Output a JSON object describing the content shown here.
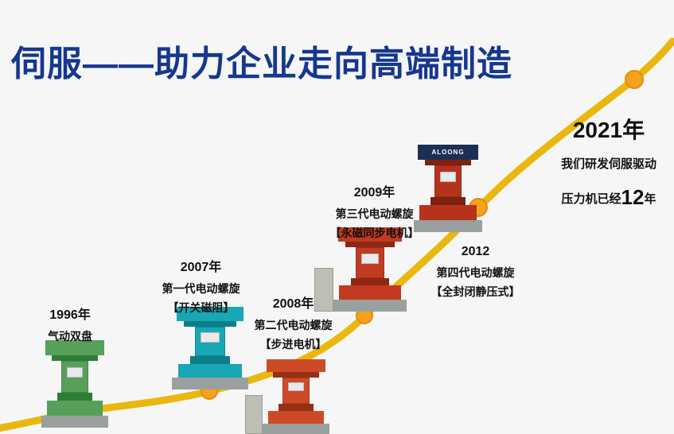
{
  "page": {
    "title": "伺服——助力企业走向高端制造",
    "title_color": "#15378f",
    "background": "#f5f6f5"
  },
  "curve": {
    "color": "#e9b70e",
    "dot_fill": "#f7a21b",
    "dot_ring": "#dd8e0e"
  },
  "milestones": [
    {
      "id": "1996",
      "year": "1996年",
      "line1": "气动双盘",
      "machine": {
        "name": "pneumatic-double-disc-press",
        "color1": "#57a05a",
        "color2": "#2e7d36"
      }
    },
    {
      "id": "2007",
      "year": "2007年",
      "line1": "第一代电动螺旋",
      "line2": "【开关磁阻】",
      "machine": {
        "name": "first-gen-electric-screw-press",
        "color1": "#18a7b4",
        "color2": "#0d7e88"
      }
    },
    {
      "id": "2008",
      "year": "2008年",
      "line1": "第二代电动螺旋",
      "line2": "【步进电机】",
      "machine": {
        "name": "second-gen-electric-screw-press",
        "color1": "#cd4a28",
        "color2": "#972f14"
      }
    },
    {
      "id": "2009",
      "year": "2009年",
      "line1": "第三代电动螺旋",
      "line2": "【永磁同步电机】",
      "machine": {
        "name": "third-gen-electric-screw-press",
        "color1": "#c23a21",
        "color2": "#8c2712"
      }
    },
    {
      "id": "2012",
      "year": "2012",
      "line1": "第四代电动螺旋",
      "line2": "【全封闭静压式】",
      "machine": {
        "name": "fourth-gen-electric-screw-press",
        "color1": "#b5331c",
        "color2": "#7e2110",
        "head": "#1d2f55",
        "logo": "ALOONG"
      }
    },
    {
      "id": "2021",
      "year": "2021年",
      "line1": "我们研发伺服驱动",
      "line2_prefix": "压力机已经",
      "line2_number": "12",
      "line2_suffix": "年"
    }
  ]
}
